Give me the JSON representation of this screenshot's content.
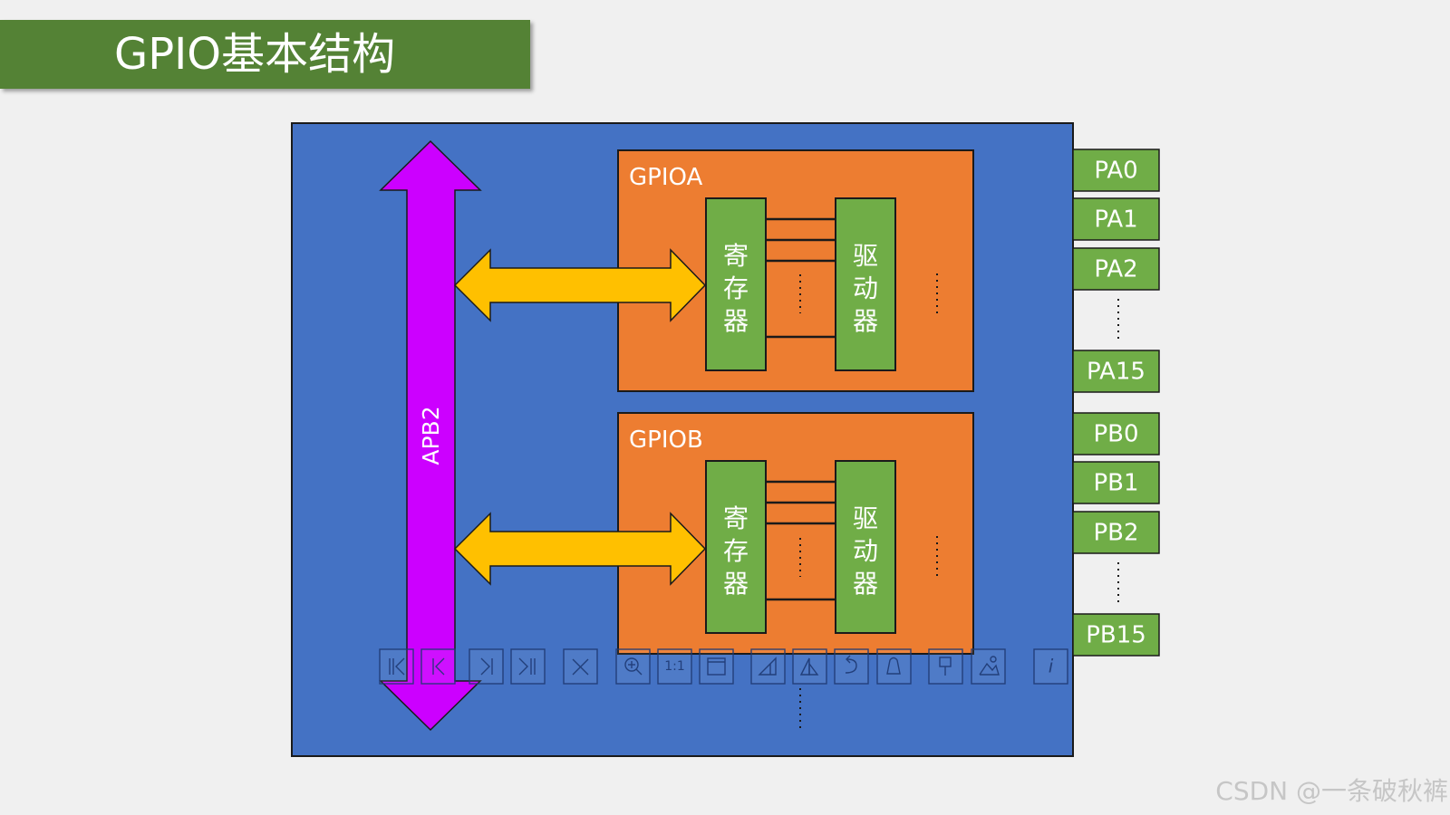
{
  "slide": {
    "title": "GPIO基本结构"
  },
  "diagram": {
    "bus_label": "APB2",
    "ports": [
      {
        "id": "a",
        "label": "GPIOA",
        "register_label": "寄存器",
        "driver_label": "驱动器"
      },
      {
        "id": "b",
        "label": "GPIOB",
        "register_label": "寄存器",
        "driver_label": "驱动器"
      }
    ],
    "pins_a": [
      "PA0",
      "PA1",
      "PA2",
      "PA15"
    ],
    "pins_b": [
      "PB0",
      "PB1",
      "PB2",
      "PB15"
    ],
    "colors": {
      "chip": "#4472c4",
      "bus": "#cc00ff",
      "port": "#ed7d31",
      "block": "#70ad47",
      "link_arrow": "#ffc000",
      "title_bar": "#548235"
    }
  },
  "image_viewer_toolbar": {
    "buttons": [
      {
        "name": "first-image-button",
        "icon": "skip-first-icon"
      },
      {
        "name": "previous-image-button",
        "icon": "step-back-icon"
      },
      {
        "name": "next-image-button",
        "icon": "step-forward-icon"
      },
      {
        "name": "last-image-button",
        "icon": "skip-last-icon"
      },
      {
        "name": "close-button",
        "icon": "close-icon"
      },
      {
        "name": "zoom-in-button",
        "icon": "zoom-in-icon"
      },
      {
        "name": "actual-size-button",
        "icon": "actual-size-icon",
        "text": "1:1"
      },
      {
        "name": "fit-window-button",
        "icon": "fit-window-icon"
      },
      {
        "name": "flip-horizontal-button",
        "icon": "flip-horizontal-icon"
      },
      {
        "name": "flip-vertical-button",
        "icon": "flip-vertical-icon"
      },
      {
        "name": "rotate-button",
        "icon": "rotate-icon"
      },
      {
        "name": "effect-button",
        "icon": "bell-icon"
      },
      {
        "name": "pin-button",
        "icon": "pin-icon"
      },
      {
        "name": "edit-image-button",
        "icon": "image-edit-icon"
      },
      {
        "name": "info-button",
        "icon": "info-icon",
        "text": "i"
      }
    ]
  },
  "watermark": {
    "text": "CSDN @一条破秋裤"
  }
}
